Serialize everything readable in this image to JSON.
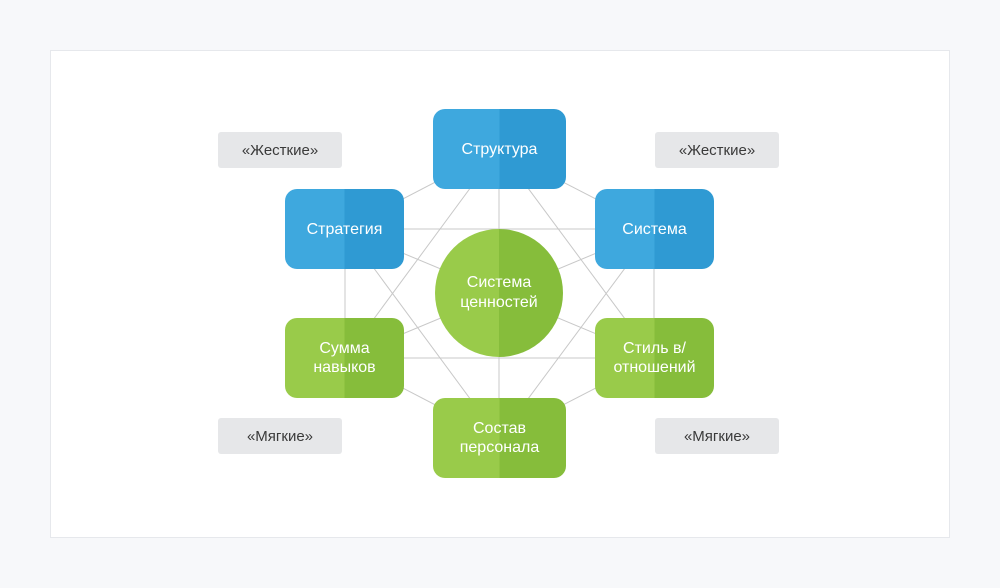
{
  "diagram": {
    "center": {
      "line1": "Система",
      "line2": "ценностей"
    },
    "nodes": {
      "structure": "Структура",
      "strategy": "Стратегия",
      "system": "Система",
      "skills_line1": "Сумма",
      "skills_line2": "навыков",
      "style_line1": "Стиль в/",
      "style_line2": "отношений",
      "staff_line1": "Состав",
      "staff_line2": "персонала"
    },
    "tags": {
      "hard_left": "«Жесткие»",
      "hard_right": "«Жесткие»",
      "soft_left": "«Мягкие»",
      "soft_right": "«Мягкие»"
    },
    "colors": {
      "hard_factors": "#3ea8de",
      "soft_factors": "#99cb4a",
      "connector_lines": "#c8c8c8",
      "tag_background": "#e6e7e9"
    }
  }
}
